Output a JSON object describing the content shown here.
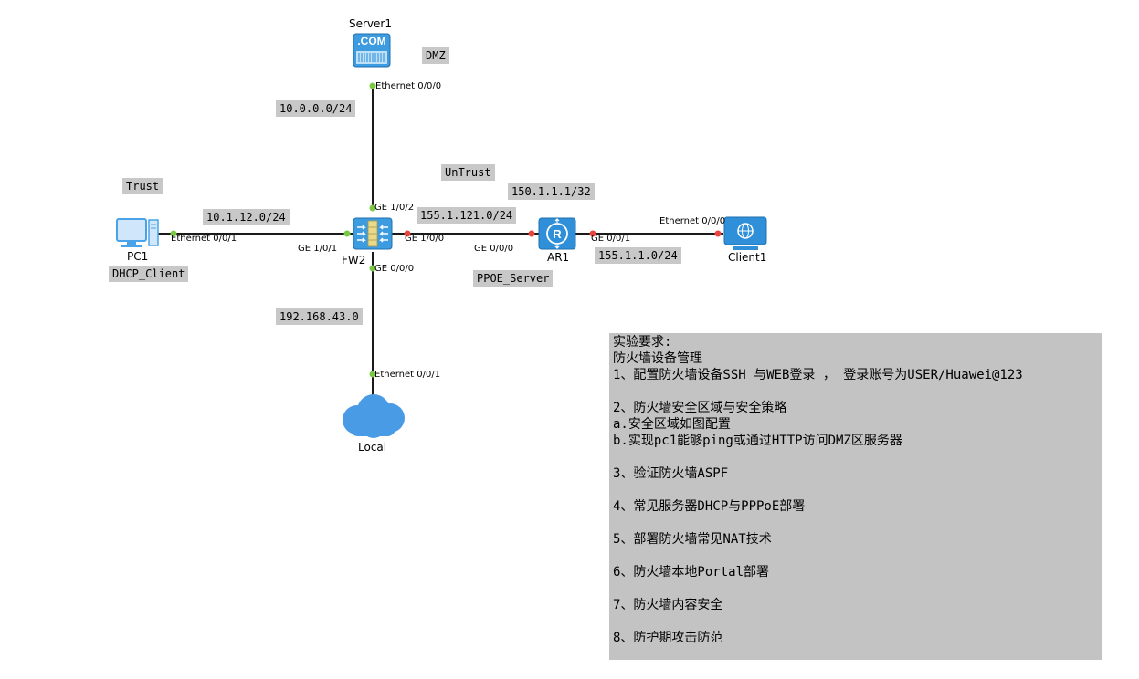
{
  "devices": {
    "server": "Server1",
    "pc": "PC1",
    "firewall": "FW2",
    "router": "AR1",
    "client": "Client1",
    "cloud": "Local",
    "server_badge": ".COM"
  },
  "ports": {
    "server_eth": "Ethernet 0/0/0",
    "fw_ge102": "GE 1/0/2",
    "fw_ge101": "GE 1/0/1",
    "fw_ge100": "GE 1/0/0",
    "fw_ge000": "GE 0/0/0",
    "pc_eth": "Ethernet 0/0/1",
    "ar_ge000": "GE 0/0/0",
    "ar_ge001": "GE 0/0/1",
    "client_eth": "Ethernet 0/0/0",
    "local_eth": "Ethernet 0/0/1"
  },
  "labels": {
    "dmz": "DMZ",
    "net_dmz": "10.0.0.0/24",
    "untrust": "UnTrust",
    "trust": "Trust",
    "net_trust": "10.1.12.0/24",
    "ar_ip": "150.1.1.1/32",
    "net_untrust": "155.1.121.0/24",
    "net_client": "155.1.1.0/24",
    "dhcp_client": "DHCP_Client",
    "pppoe_server": "PPOE_Server",
    "net_local": "192.168.43.0"
  },
  "requirements": {
    "text": "实验要求:\n防火墙设备管理\n1、配置防火墙设备SSH 与WEB登录 ， 登录账号为USER/Huawei@123\n\n2、防火墙安全区域与安全策略\na.安全区域如图配置\nb.实现pc1能够ping或通过HTTP访问DMZ区服务器\n\n3、验证防火墙ASPF\n\n4、常见服务器DHCP与PPPoE部署\n\n5、部署防火墙常见NAT技术\n\n6、防火墙本地Portal部署\n\n7、防火墙内容安全\n\n8、防护期攻击防范"
  },
  "colors": {
    "link": "#1a1a1a",
    "dot_up": "#7ac943",
    "dot_down": "#e8453c",
    "device_blue": "#2f8fd8",
    "tag_bg": "#c8c8c8",
    "panel_bg": "#c3c3c3"
  }
}
